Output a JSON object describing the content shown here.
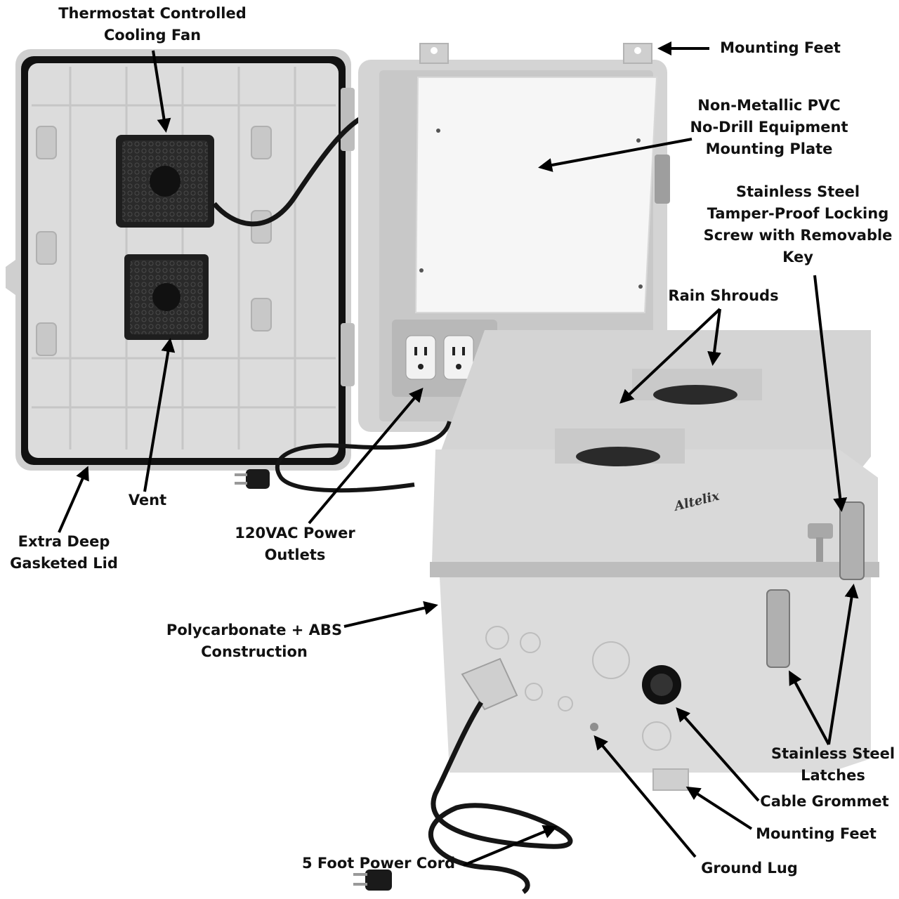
{
  "brand": {
    "logo_text": "Altelix"
  },
  "labels": {
    "cooling_fan": [
      "Thermostat Controlled",
      "Cooling Fan"
    ],
    "mounting_feet_top": [
      "Mounting Feet"
    ],
    "mounting_plate": [
      "Non-Metallic PVC",
      "No-Drill Equipment",
      "Mounting Plate"
    ],
    "locking_screw": [
      "Stainless Steel",
      "Tamper-Proof Locking",
      "Screw with Removable",
      "Key"
    ],
    "rain_shrouds": [
      "Rain Shrouds"
    ],
    "vent": [
      "Vent"
    ],
    "gasketed_lid": [
      "Extra Deep",
      "Gasketed Lid"
    ],
    "power_outlets": [
      "120VAC Power",
      "Outlets"
    ],
    "construction": [
      "Polycarbonate + ABS",
      "Construction"
    ],
    "latches": [
      "Stainless Steel",
      "Latches"
    ],
    "cable_grommet": [
      "Cable Grommet"
    ],
    "mounting_feet_bottom": [
      "Mounting Feet"
    ],
    "power_cord": [
      "5 Foot Power Cord"
    ],
    "ground_lug": [
      "Ground Lug"
    ]
  },
  "colors": {
    "enclosure_body": "#d9d9d9",
    "enclosure_shadow": "#b9b9b9",
    "enclosure_dark": "#a7a7a7",
    "gasket": "#111111",
    "mounting_plate": "#f6f6f6",
    "fan": "#2a2a2a",
    "cord": "#151515",
    "arrow": "#000000",
    "label_text": "#111111"
  }
}
